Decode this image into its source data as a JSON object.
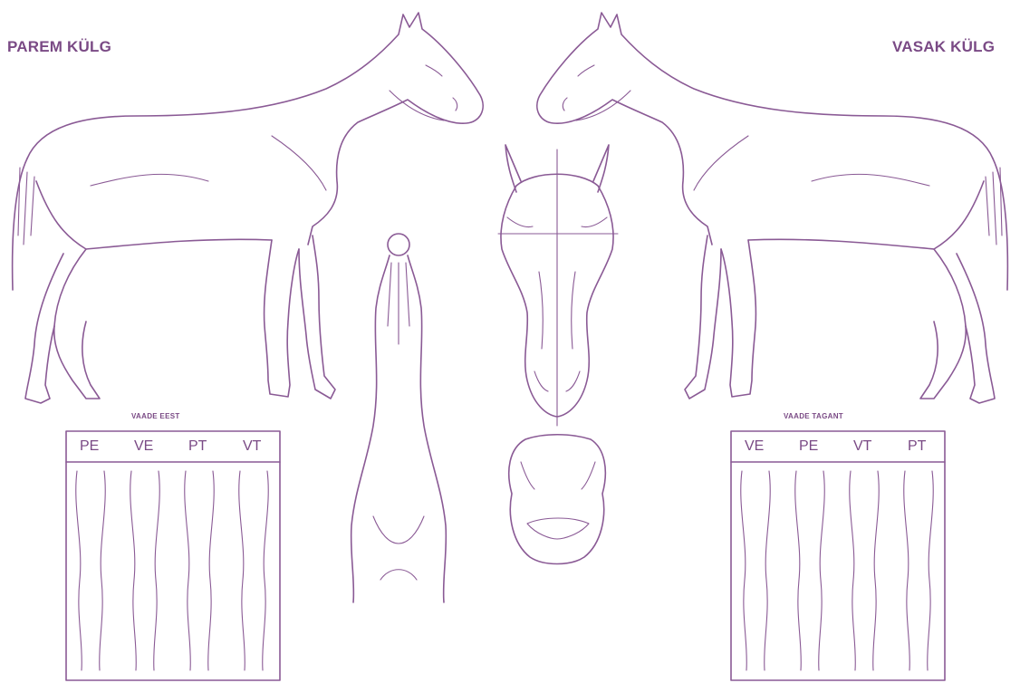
{
  "labels": {
    "right_side": "PAREM KÜLG",
    "left_side": "VASAK KÜLG"
  },
  "front_view": {
    "title": "VAADE EEST",
    "legs": [
      "PE",
      "VE",
      "PT",
      "VT"
    ]
  },
  "rear_view": {
    "title": "VAADE TAGANT",
    "legs": [
      "VE",
      "PE",
      "VT",
      "PT"
    ]
  },
  "colors": {
    "line": "#8a5a95",
    "text": "#7a4a85",
    "background": "#ffffff"
  }
}
